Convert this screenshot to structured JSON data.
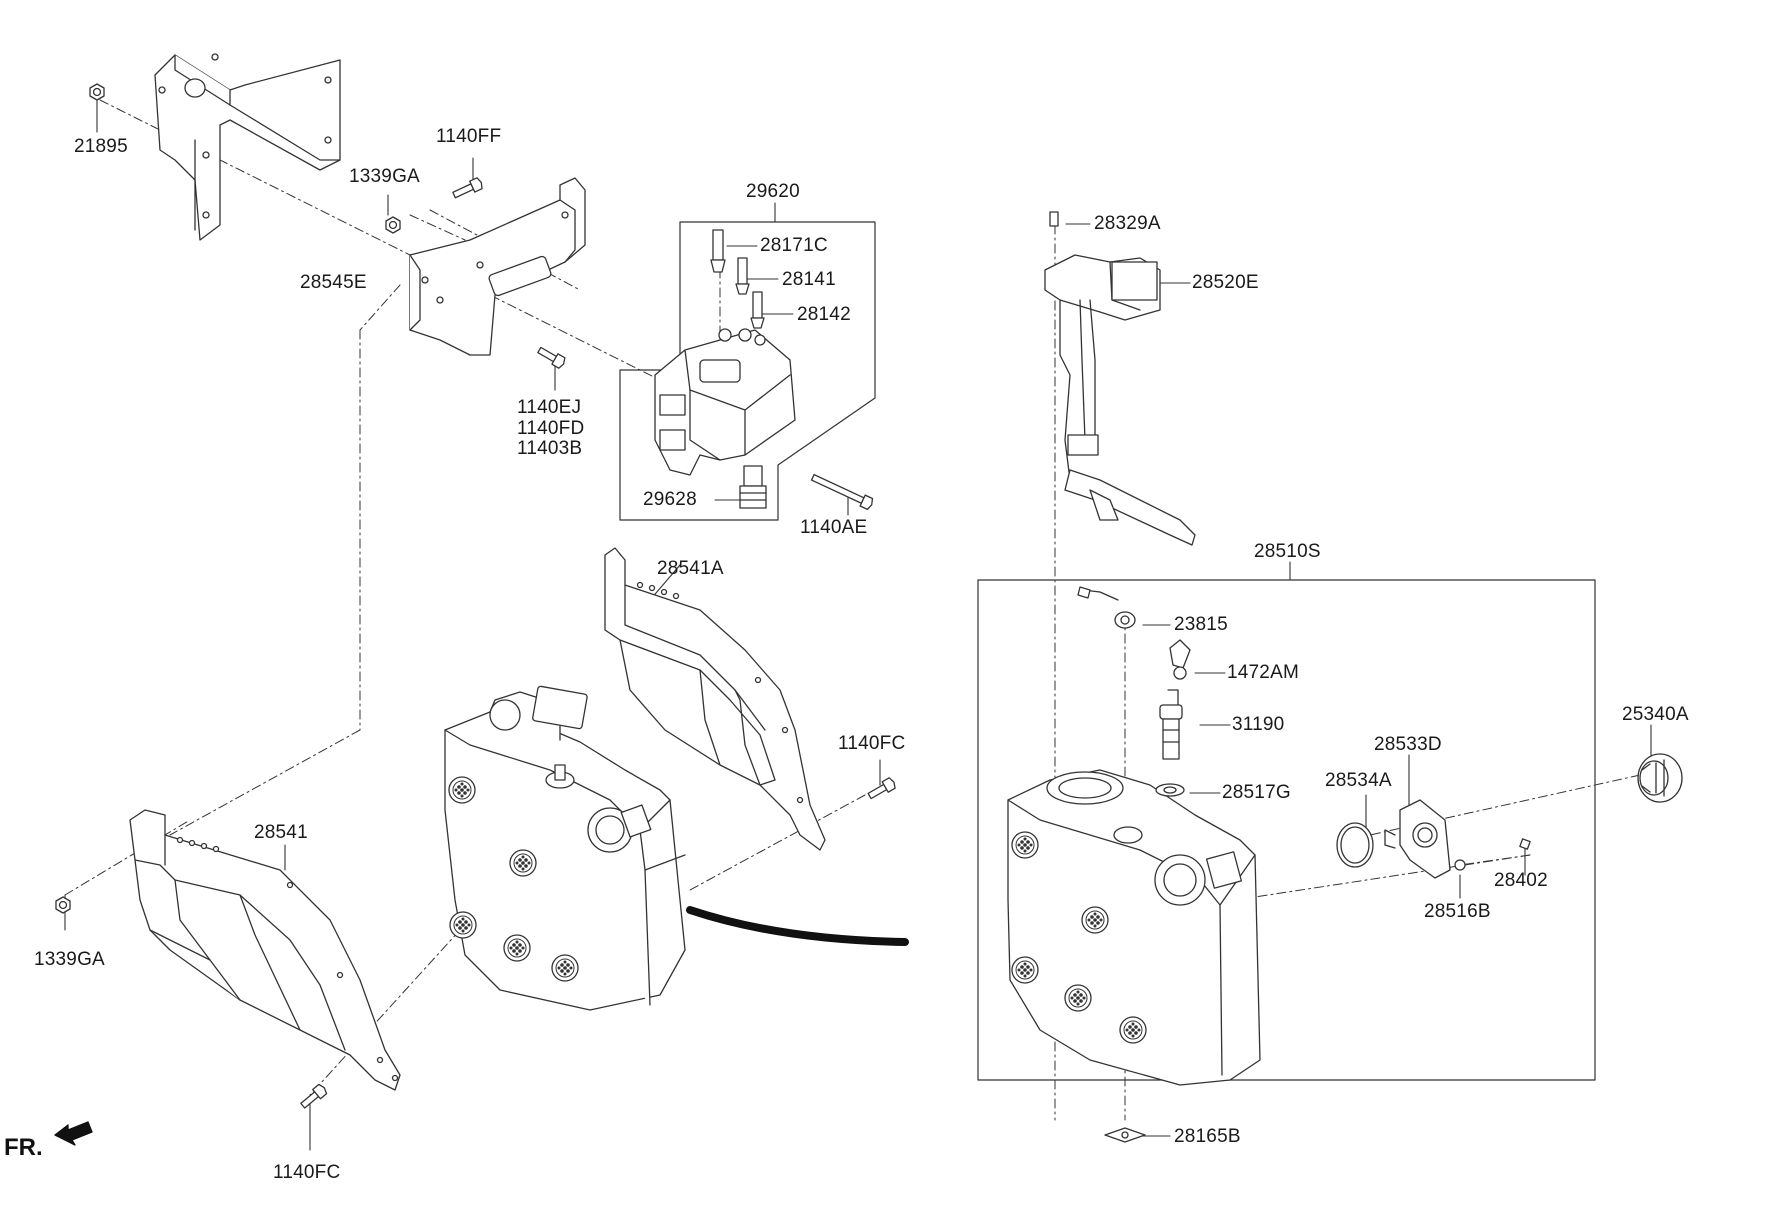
{
  "colors": {
    "line": "#333333",
    "fill": "#ffffff",
    "hatch": "#555555"
  },
  "labels": {
    "p21895": "21895",
    "p1339GA_top": "1339GA",
    "p1140FF": "1140FF",
    "p29620": "29620",
    "p28171C": "28171C",
    "p28141": "28141",
    "p28142": "28142",
    "p28545E": "28545E",
    "p1140EJ": "1140EJ",
    "p1140FD": "1140FD",
    "p11403B": "11403B",
    "p29628": "29628",
    "p1140AE": "1140AE",
    "p28329A": "28329A",
    "p28520E": "28520E",
    "p28510S": "28510S",
    "p28541A": "28541A",
    "p23815": "23815",
    "p1472AM": "1472AM",
    "p31190": "31190",
    "p28517G": "28517G",
    "p28533D": "28533D",
    "p28534A": "28534A",
    "p25340A": "25340A",
    "p28402": "28402",
    "p28516B": "28516B",
    "p1140FC_right": "1140FC",
    "p28541": "28541",
    "p1339GA_left": "1339GA",
    "p1140FC_bottom": "1140FC",
    "p28165B": "28165B",
    "fr": "FR."
  }
}
